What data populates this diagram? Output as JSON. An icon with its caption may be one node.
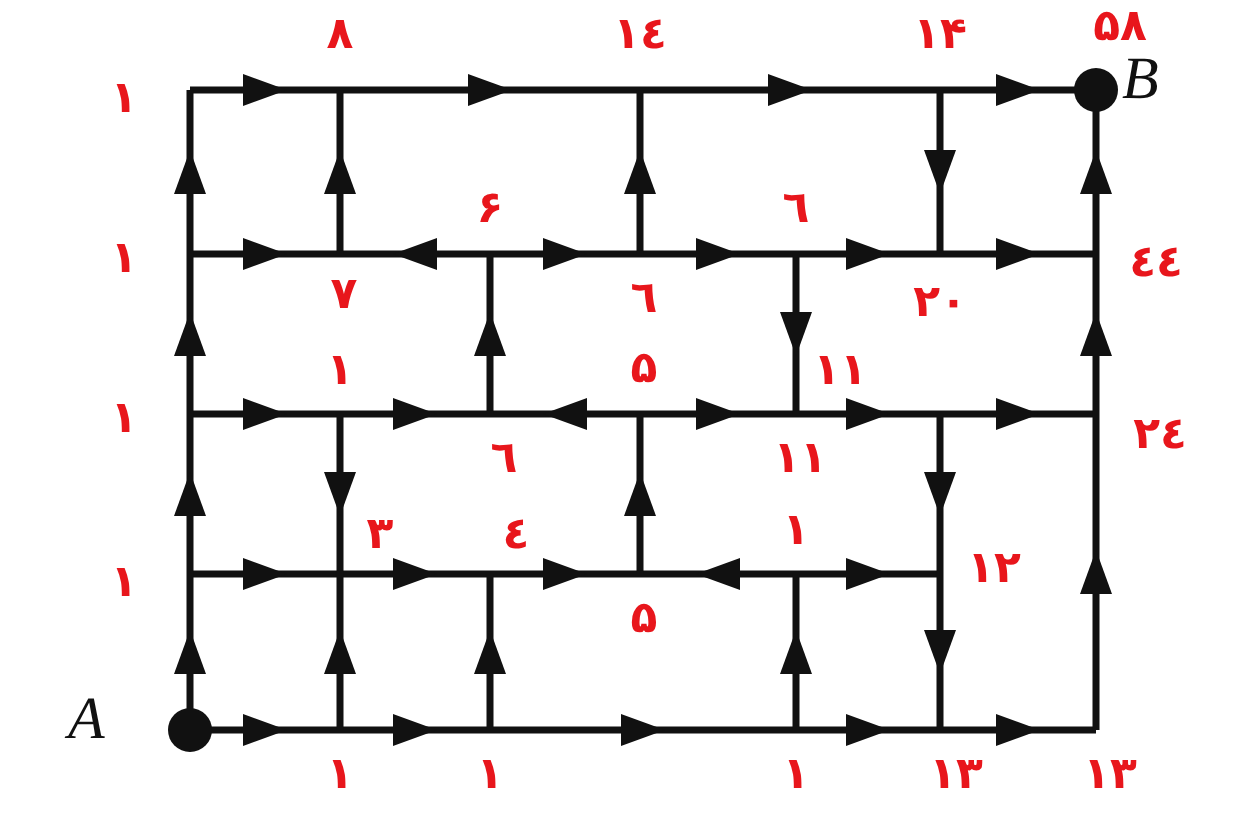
{
  "diagram": {
    "nodes": [
      {
        "text": [],
        "shape": "circle",
        "beside": [
          "A"
        ]
      },
      {
        "text": [],
        "shape": "circle",
        "beside": [
          "B"
        ]
      }
    ],
    "labels": [
      "۱",
      "۸",
      "۱٤",
      "۱۴",
      "۵۸",
      "۱",
      "۶",
      "٦",
      "۷",
      "٦",
      "۲۰",
      "٤٤",
      "۱",
      "۱",
      "۵",
      "۱۱",
      "٦",
      "۱۱",
      "۲٤",
      "۱",
      "۳",
      "٤",
      "۱",
      "۱۲",
      "۵",
      "۱",
      "۱",
      "۱",
      "۱۳",
      "۱۳"
    ]
  }
}
